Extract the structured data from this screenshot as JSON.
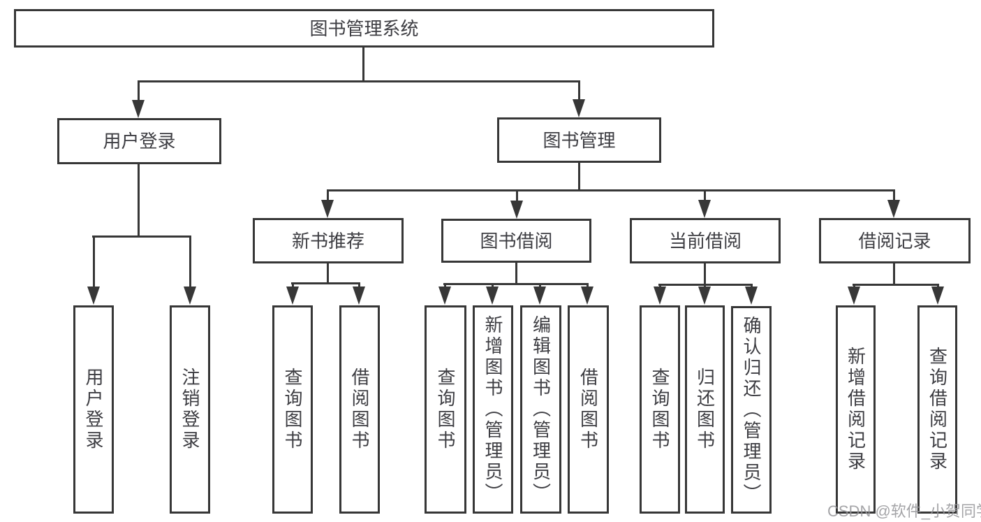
{
  "diagram": {
    "nodes": {
      "root": "图书管理系统",
      "user_login": "用户登录",
      "book_mgmt": "图书管理",
      "new_books": "新书推荐",
      "book_borrow": "图书借阅",
      "current_borrow": "当前借阅",
      "borrow_records": "借阅记录"
    },
    "leaves": {
      "user_login": [
        "用户登录",
        "注销登录"
      ],
      "new_books": [
        "查询图书",
        "借阅图书"
      ],
      "book_borrow": [
        "查询图书",
        "新增图书（管理员）",
        "编辑图书（管理员）",
        "借阅图书"
      ],
      "current_borrow": [
        "查询图书",
        "归还图书",
        "确认归还（管理员）"
      ],
      "borrow_records": [
        "新增借阅记录",
        "查询借阅记录"
      ]
    },
    "colors": {
      "line": "#373737",
      "text": "#3d3d42",
      "background": "#ffffff",
      "watermark": "#949498"
    },
    "watermark": "CSDN @软件_小贺同学"
  }
}
